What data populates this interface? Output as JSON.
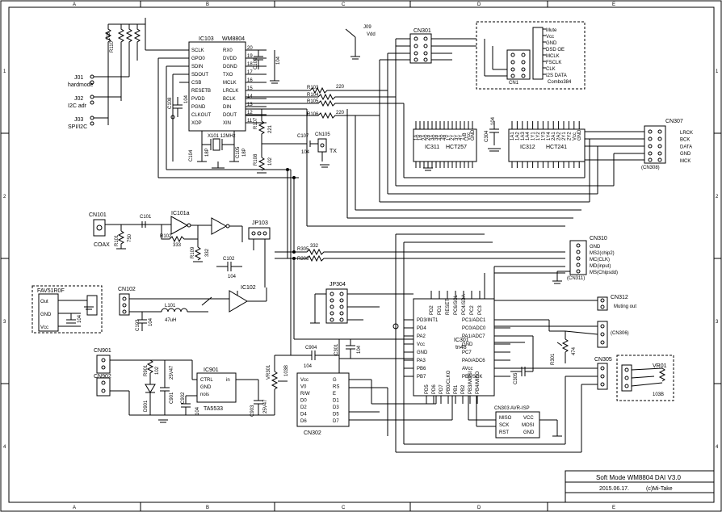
{
  "frame": {
    "col_labels": [
      "A",
      "B",
      "C",
      "D",
      "E"
    ],
    "row_labels": [
      "1",
      "2",
      "3",
      "4"
    ]
  },
  "title_block": {
    "title": "Soft Mode WM8804 DAI V3.0",
    "date": "2015.06.17.",
    "author": "(c)Mi-Take"
  },
  "ic103": {
    "ref": "IC103",
    "part": "WM8804",
    "left_pins": [
      "SCLK",
      "GPO0",
      "SDIN",
      "SDOUT",
      "CSB",
      "RESETB",
      "PVDD",
      "PGND",
      "CLKOUT",
      "XOP"
    ],
    "right_pins": [
      "RX0",
      "DVDD",
      "DGND",
      "TXO",
      "MCLK",
      "LRCLK",
      "BCLK",
      "DIN",
      "DOUT",
      "XIN"
    ],
    "right_nums": [
      "20",
      "19",
      "18",
      "17",
      "16",
      "15",
      "14",
      "13",
      "12",
      "11"
    ]
  },
  "ic311": {
    "ref": "IC311",
    "part": "HCT257",
    "pins": [
      "1A",
      "1B",
      "2A",
      "2B",
      "3A",
      "3B",
      "4A",
      "4B",
      "1Y",
      "2Y",
      "3Y",
      "4Y",
      "A/B",
      "Vcc",
      "GND"
    ]
  },
  "ic312": {
    "ref": "IC312",
    "part": "HCT241",
    "pins": [
      "1A1",
      "1A2",
      "1A3",
      "1A4",
      "1Y1",
      "1Y2",
      "1Y3",
      "1Y4",
      "2A1",
      "2A2",
      "2Y1",
      "2Y2",
      "Vcc",
      "GND"
    ]
  },
  "ic301": {
    "ref": "IC301",
    "part": "tn48",
    "left_pins": [
      "PD3/INT1",
      "PD4",
      "PA2",
      "Vcc",
      "GND",
      "PA3",
      "PB6",
      "PB7"
    ],
    "right_pins": [
      "PC1/ADC1",
      "PC0/ADC0",
      "PA1/ADC7",
      "GND",
      "PC7",
      "PA0/ADC6",
      "AVcc",
      "PB5/SCK"
    ],
    "top_pins": [
      "PD2",
      "PD1",
      "RESET",
      "PC6/SCL",
      "PC4/SDA",
      "PC2",
      "PC3"
    ],
    "bottom_pins": [
      "PD5",
      "PD6",
      "PD7",
      "PB0/CLKO",
      "PB1",
      "PB2",
      "PB3/MOSI",
      "PB4/MISO"
    ]
  },
  "ic101": {
    "ref": "IC101a"
  },
  "ic102": {
    "ref": "IC102"
  },
  "ic901": {
    "ref": "IC901",
    "part": "TA5533",
    "pins": [
      "CTRL",
      "GND",
      "nois",
      "in"
    ]
  },
  "fav": {
    "ref": "FAV51R0F",
    "pins": [
      "Out",
      "GND",
      "Vcc"
    ]
  },
  "cn1": {
    "ref": "CN1",
    "part": "Combo384",
    "pins": [
      "Mute",
      "Vcc",
      "GND",
      "DSD OE",
      "MCLK",
      "FSCLK",
      "CLK",
      "I2S DATA"
    ]
  },
  "cn301": {
    "ref": "CN301"
  },
  "cn307": {
    "ref": "CN307",
    "sub": "(CN308)",
    "pins": [
      "LRCK",
      "BCK",
      "DATA",
      "GND",
      "MCK"
    ]
  },
  "cn310": {
    "ref": "CN310",
    "sub": "(CN311)",
    "pins": [
      "GND",
      "MS2(chip2)",
      "MC(CLK)",
      "MD(input)",
      "MS(Chipsdd)"
    ]
  },
  "cn312": {
    "ref": "CN312",
    "text": "Muting out"
  },
  "cn306": {
    "ref": "(CN306)"
  },
  "cn305": {
    "ref": "CN305"
  },
  "vr01": {
    "ref": "VR01",
    "value": "103B"
  },
  "cn303": {
    "ref": "CN303 AVR-ISP",
    "pins": [
      "MISO",
      "SCK",
      "RST",
      "VCC",
      "MOSI",
      "GND"
    ]
  },
  "cn302": {
    "ref": "CN302",
    "left_pins": [
      "Vcc",
      "V0",
      "R/W",
      "D0",
      "D2",
      "D4",
      "D6"
    ],
    "right_pins": [
      "G",
      "RS",
      "E",
      "D1",
      "D3",
      "D5",
      "D7"
    ]
  },
  "jp304": {
    "ref": "JP304"
  },
  "jp103": {
    "ref": "JP103"
  },
  "cn101": {
    "ref": "CN101",
    "label": "COAX"
  },
  "cn102": {
    "ref": "CN102"
  },
  "cn105": {
    "ref": "CN105",
    "label": "TX"
  },
  "cn901": {
    "ref": "CN901"
  },
  "cn902": {
    "ref": "CN902"
  },
  "jumpers": [
    {
      "ref": "J01",
      "label": "hardmode"
    },
    {
      "ref": "J02",
      "label": "I2C adr"
    },
    {
      "ref": "J03",
      "label": "SPI/I2C"
    }
  ],
  "j09": {
    "ref": "J09",
    "label": "Vdd"
  },
  "resistors": {
    "r103": "R103",
    "r104": "R104",
    "r105": "R105",
    "r106": "R106",
    "r220": "220",
    "r107": "R107",
    "r107v": "221",
    "r108": "R108",
    "r108v": "102",
    "r110": "R110",
    "r103b": "103",
    "r101": "R101",
    "r101v": "750",
    "r102": "R102",
    "r102v": "333",
    "r109": "R109",
    "r109v": "332",
    "r305": "R305",
    "r306": "R306",
    "r332": "332",
    "r301": "R301",
    "r301v": "474",
    "r901": "R901",
    "r901v": "102",
    "vr301": "VR301",
    "vr301v": "103B"
  },
  "caps": {
    "c101": "C101",
    "c102": "C102",
    "c102v": "104",
    "c103": "C103",
    "c103v": "104",
    "c104": "C104",
    "c105": "C105",
    "c106": "C106",
    "c106v": "104",
    "c107": "C107",
    "c107v": "104",
    "c108": "C108",
    "c108v": "104",
    "c109": "C109",
    "c109v": "104",
    "c301": "C301",
    "c301v": "104",
    "c302": "C302",
    "c302v": "104",
    "c303": "C303",
    "c303v": "104",
    "c305": "C305",
    "c304": "C304",
    "c901": "C901",
    "c901v": "25V47",
    "c902": "C902",
    "c902v": "104",
    "c903": "C903",
    "c903v": "25V47",
    "c904": "C904",
    "c904v": "104",
    "c18p": "18P"
  },
  "misc": {
    "x101": "X101 12MHz",
    "l101": "L101",
    "l101v": "47uH",
    "d901": "D901",
    "v104": "104"
  }
}
